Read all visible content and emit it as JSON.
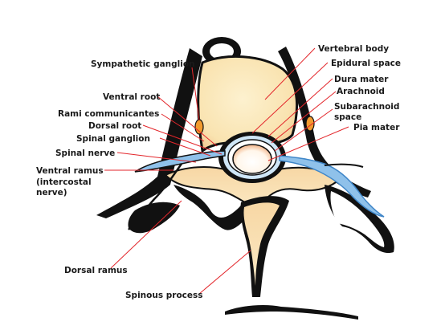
{
  "labels": {
    "sympathetic_ganglion": "Sympathetic ganglion",
    "ventral_root": "Ventral root",
    "rami_communicantes": "Rami communicantes",
    "dorsal_root": "Dorsal root",
    "spinal_ganglion": "Spinal ganglion",
    "spinal_nerve": "Spinal nerve",
    "ventral_ramus_line1": "Ventral ramus",
    "ventral_ramus_line2": "(intercostal",
    "ventral_ramus_line3": "nerve)",
    "dorsal_ramus": "Dorsal ramus",
    "spinous_process": "Spinous process",
    "vertebral_body": "Vertebral body",
    "epidural_space": "Epidural space",
    "dura_mater": "Dura mater",
    "arachnoid": "Arachnoid",
    "subarachnoid_line1": "Subarachnoid",
    "subarachnoid_line2": "space",
    "pia_mater": "Pia mater"
  },
  "colors": {
    "bone": "#f9e3b0",
    "bone_shadow": "#f2b982",
    "outline": "#111111",
    "nerve": "#8fc1ea",
    "nerve_dark": "#3f86c8",
    "ganglion": "#f29a2e",
    "leader": "#e3262b"
  }
}
